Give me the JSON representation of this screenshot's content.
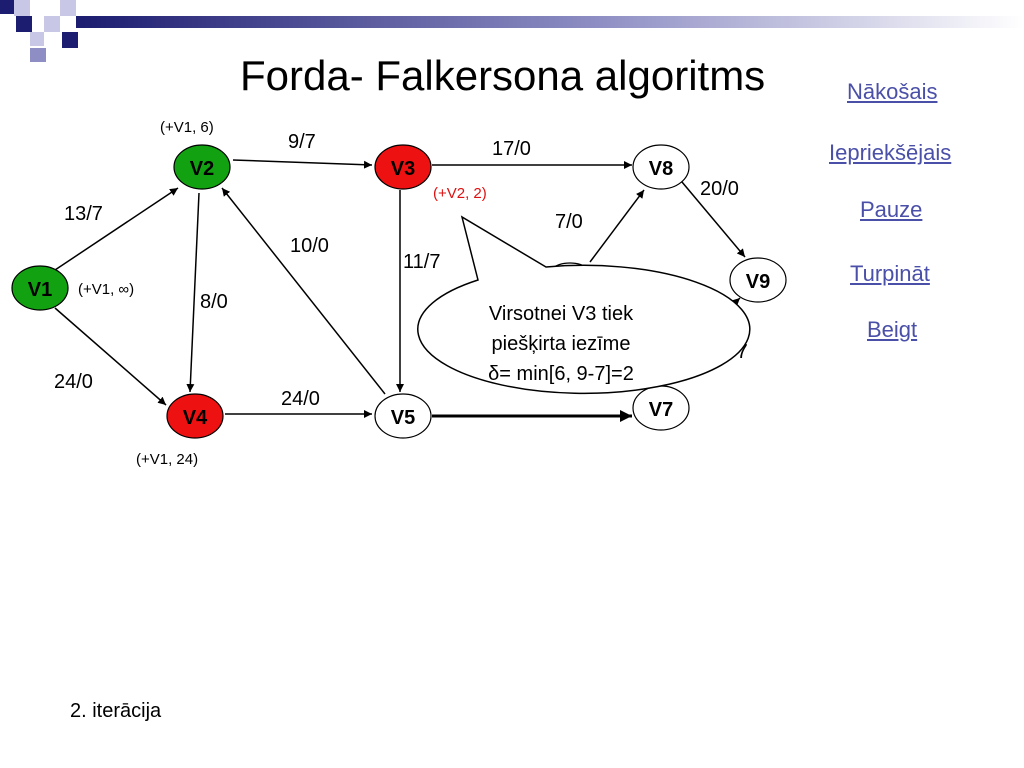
{
  "title": "Forda- Falkersona algoritms",
  "nav": {
    "next": "Nākošais",
    "previous": "Iepriekšējais",
    "pause": "Pauze ",
    "continue": "Turpināt ",
    "end": "Beigt"
  },
  "colors": {
    "green_node": "#11a111",
    "red_node": "#ee1111",
    "white_node": "#ffffff",
    "nav_link": "#4a4fa8",
    "highlight_label": "#dd1111",
    "deco_navy": "#1c1c70",
    "deco_lavender": "#c8c8e6"
  },
  "nodes": {
    "v1": "V1",
    "v2": "V2",
    "v3": "V3",
    "v4": "V4",
    "v5": "V5",
    "v7": "V7",
    "v8": "V8",
    "v9": "V9"
  },
  "edge_labels": {
    "v1_v2": "13/7",
    "v1_v4": "24/0",
    "v2_v3": "9/7",
    "v2_v4": "8/0",
    "v5_v2": "10/0",
    "v3_v8": "17/0",
    "v3_v5": "11/7",
    "v4_v5": "24/0",
    "to_v8": "7/0",
    "v8_v9": "20/0",
    "to_v9": "5/7"
  },
  "node_labels": {
    "v1": "(+V1, ∞)",
    "v2": "(+V1, 6)",
    "v3": "(+V2, 2)",
    "v4": "(+V1, 24)"
  },
  "callout": {
    "line1": "Virsotnei V3 tiek",
    "line2": "piešķirta iezīme",
    "line3": "δ= min[6, 9-7]=2"
  },
  "footer": "2. iterācija"
}
